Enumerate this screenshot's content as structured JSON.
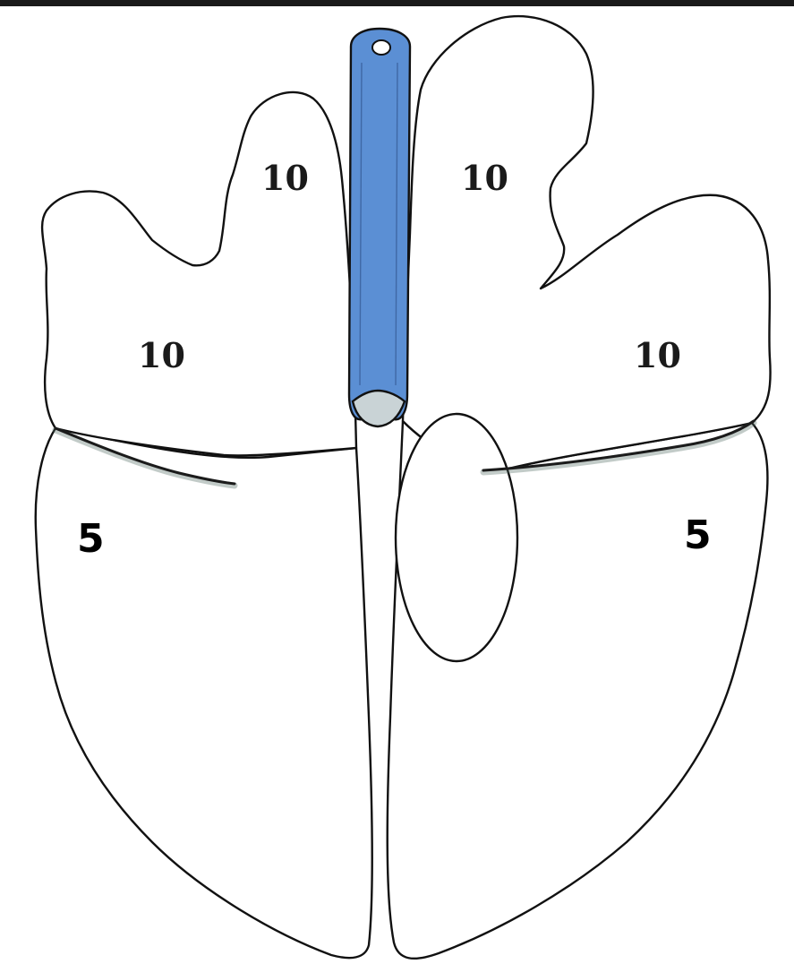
{
  "diagram": {
    "frame_color": "#1a1a1a",
    "trachea_color": "#5b8fd4",
    "labels": {
      "left_upper_apical": "10",
      "left_upper_middle": "10",
      "right_upper_apical": "10",
      "right_upper_middle": "10",
      "left_lower": "5",
      "right_lower": "5"
    }
  }
}
